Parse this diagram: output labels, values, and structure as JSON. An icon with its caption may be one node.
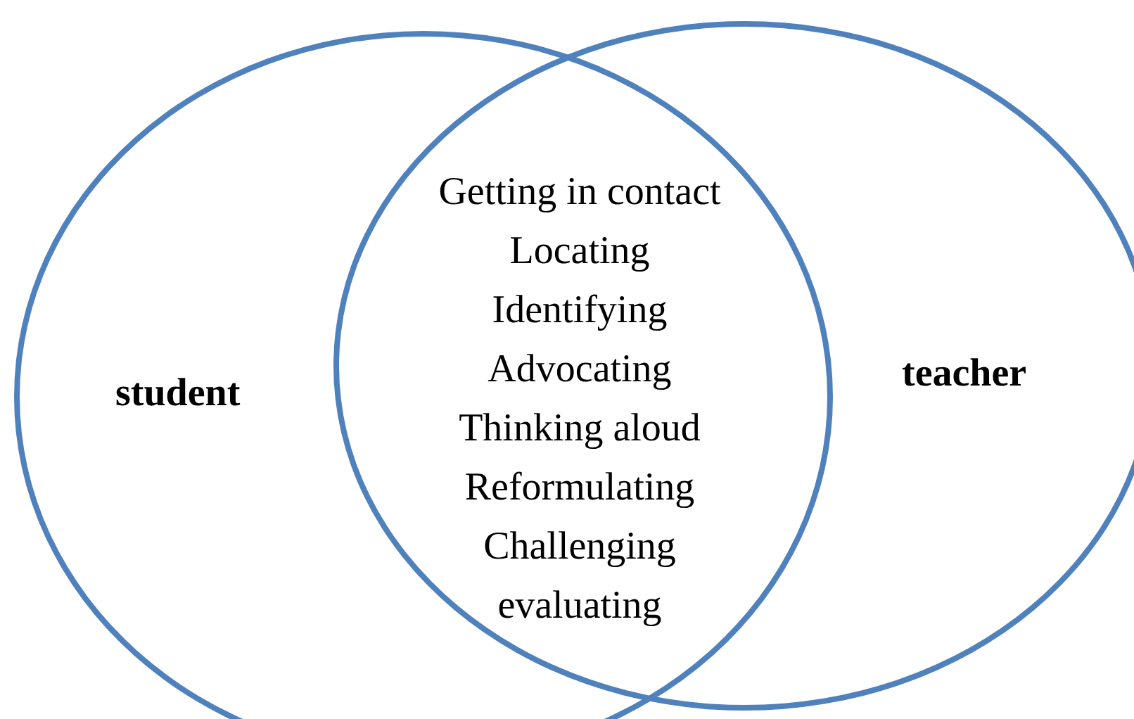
{
  "diagram": {
    "nodes": [
      {
        "text": [
          "student"
        ]
      },
      {
        "text": [
          "teacher"
        ]
      }
    ],
    "labels": [
      "Getting in contact",
      "Locating",
      "Identifying",
      "Advocating",
      "Thinking aloud",
      "Reformulating",
      "Challenging",
      "evaluating"
    ]
  }
}
